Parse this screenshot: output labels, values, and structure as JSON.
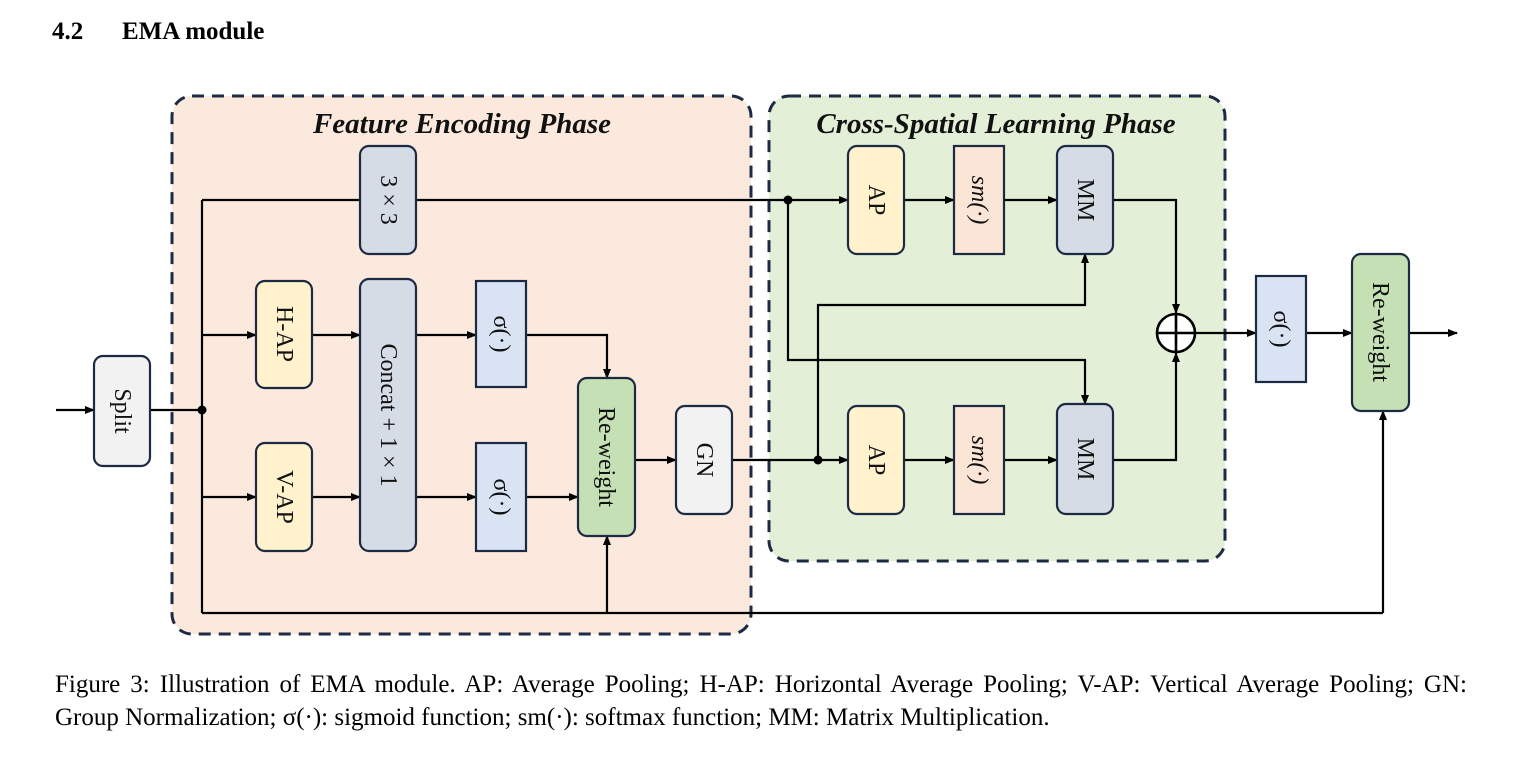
{
  "section": {
    "number": "4.2",
    "title": "EMA module"
  },
  "diagram": {
    "phases": {
      "encoding": "Feature Encoding Phase",
      "cross_spatial": "Cross-Spatial Learning Phase"
    },
    "blocks": {
      "split": "Split",
      "conv3x3": "3 × 3",
      "h_ap": "H-AP",
      "v_ap": "V-AP",
      "concat": "Concat + 1 × 1",
      "sigmoid_h": "σ(·)",
      "sigmoid_v": "σ(·)",
      "reweight_inner": "Re-weight",
      "gn": "GN",
      "ap_top": "AP",
      "softmax_top": "sm(·)",
      "mm_top": "MM",
      "ap_bottom": "AP",
      "softmax_bottom": "sm(·)",
      "mm_bottom": "MM",
      "sum_symbol": "⊕",
      "sigmoid_out": "σ(·)",
      "reweight_out": "Re-weight"
    },
    "colors": {
      "encoding_bg": "#fbe9dd",
      "cross_bg": "#e3efd6",
      "phase_border": "#1d2a44",
      "gray_block": "#d6dce5",
      "light_block": "#f2f2f2",
      "yellow_block": "#fff2cc",
      "blue_block": "#dae3f3",
      "green_block": "#c5e0b4",
      "peach_block": "#fbe5d6"
    }
  },
  "caption": "Figure 3: Illustration of EMA module. AP: Average Pooling; H-AP: Horizontal Average Pooling; V-AP: Vertical Average Pooling; GN: Group Normalization; σ(·): sigmoid function; sm(·): softmax function; MM: Matrix Multiplication."
}
